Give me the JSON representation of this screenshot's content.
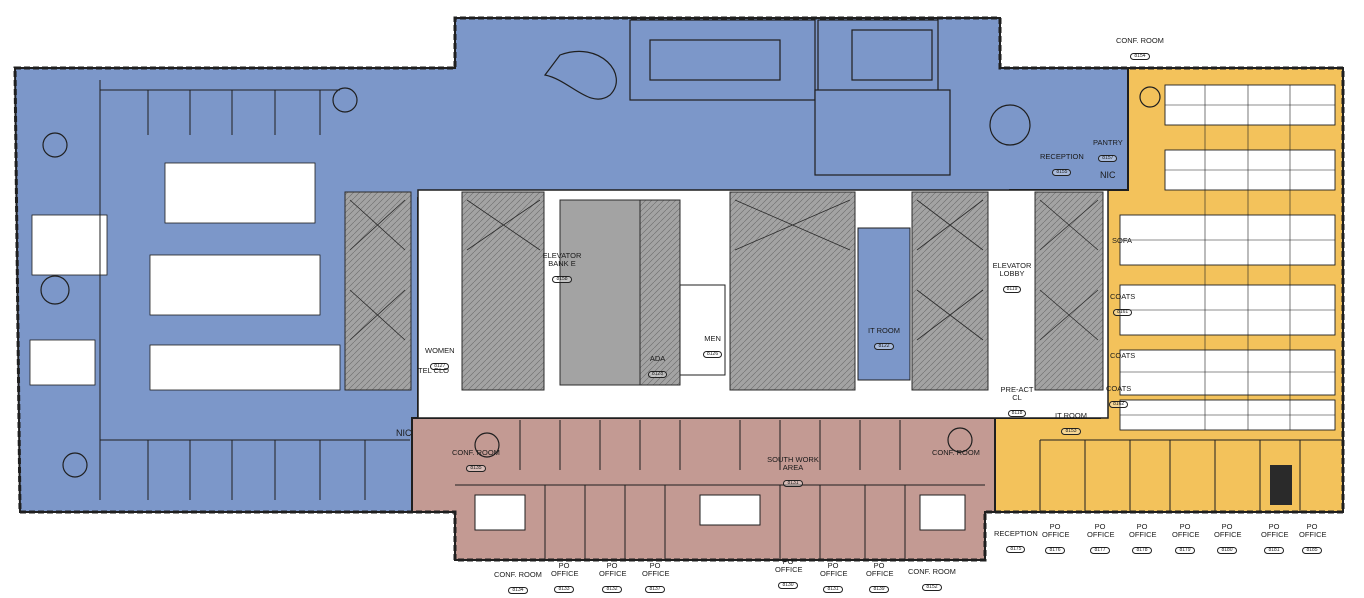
{
  "colors": {
    "west_zone": "#7c97c9",
    "south_zone": "#c39a93",
    "east_zone": "#f3c25b",
    "core": "#a3a3a3",
    "it_room": "#7c97c9",
    "outline": "#1f1f1f"
  },
  "labels": {
    "conf_room_top": {
      "name": "CONF. ROOM",
      "num": "8154"
    },
    "reception_north": {
      "name": "RECEPTION",
      "num": "8155"
    },
    "nic_east": {
      "name": "NIC"
    },
    "nic_west": {
      "name": "NIC"
    },
    "pantry": {
      "name": "PANTRY",
      "num": "8157"
    },
    "sofa": {
      "name": "SOFA",
      "num": ""
    },
    "coats_1": {
      "name": "COATS",
      "num": "8161"
    },
    "coats_2": {
      "name": "COATS",
      "num": ""
    },
    "coats_3": {
      "name": "COATS",
      "num": "8162"
    },
    "elevator_bank": {
      "name": "ELEVATOR BANK E",
      "num": "8158"
    },
    "elevator_lobby": {
      "name": "ELEVATOR LOBBY",
      "num": "8119"
    },
    "it_room_core": {
      "name": "IT ROOM",
      "num": "8122"
    },
    "women": {
      "name": "WOMEN",
      "num": "8127"
    },
    "tel_clo": {
      "name": "TEL CLO",
      "num": ""
    },
    "ada": {
      "name": "ADA",
      "num": "8128"
    },
    "men": {
      "name": "MEN",
      "num": "8126"
    },
    "pre_act": {
      "name": "PRE-ACT CL",
      "num": "8118"
    },
    "it_room_east": {
      "name": "IT ROOM",
      "num": "8153"
    },
    "conf_room_sw": {
      "name": "CONF. ROOM",
      "num": "8135"
    },
    "south_work": {
      "name": "SOUTH WORK AREA",
      "num": "8131"
    },
    "conf_room_se": {
      "name": "CONF. ROOM",
      "num": "8136"
    },
    "conf_room_bl": {
      "name": "CONF. ROOM",
      "num": "8134"
    },
    "po_1": {
      "name": "PO OFFICE",
      "num": "8133"
    },
    "po_2": {
      "name": "PO OFFICE",
      "num": "8132"
    },
    "po_3": {
      "name": "PO OFFICE",
      "num": "8137"
    },
    "po_4": {
      "name": "PO OFFICE",
      "num": "8130"
    },
    "po_5": {
      "name": "PO OFFICE",
      "num": "8131"
    },
    "po_6": {
      "name": "PO OFFICE",
      "num": "8139"
    },
    "conf_room_br": {
      "name": "CONF. ROOM",
      "num": "8152"
    },
    "reception_east": {
      "name": "RECEPTION",
      "num": "8175"
    },
    "po_e1": {
      "name": "PO OFFICE",
      "num": "8176"
    },
    "po_e2": {
      "name": "PO OFFICE",
      "num": "8177"
    },
    "po_e3": {
      "name": "PO OFFICE",
      "num": "8178"
    },
    "po_e4": {
      "name": "PO OFFICE",
      "num": "8179"
    },
    "po_e5": {
      "name": "PO OFFICE",
      "num": "8180"
    },
    "po_e6": {
      "name": "PO OFFICE",
      "num": "8181"
    },
    "po_e7": {
      "name": "PO OFFICE",
      "num": "8185"
    }
  }
}
